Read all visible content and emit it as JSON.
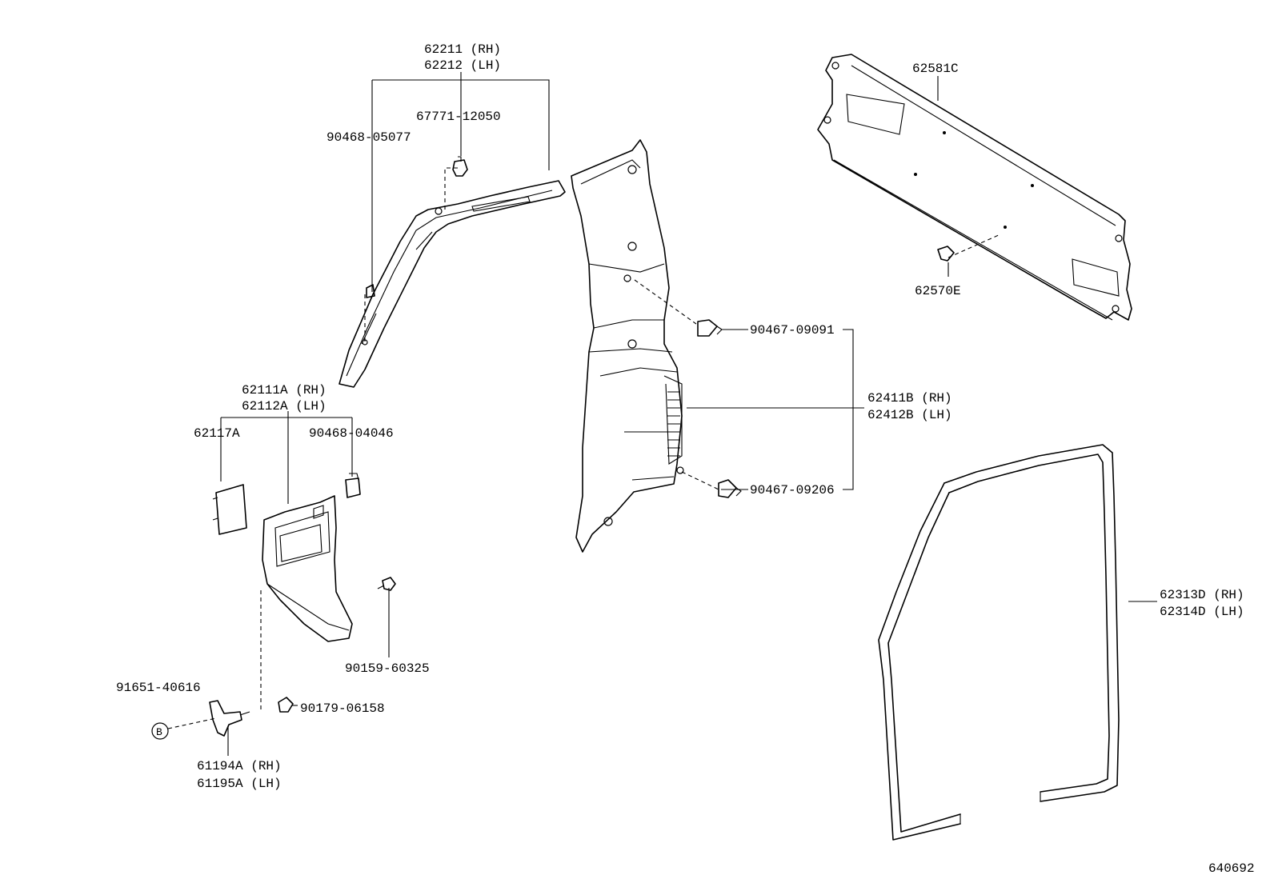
{
  "labels": {
    "p62211": "62211 (RH)",
    "p62212": "62212 (LH)",
    "p67771": "67771-12050",
    "p90468a": "90468-05077",
    "p62581": "62581C",
    "p62570": "62570E",
    "p90467a": "90467-09091",
    "p62411": "62411B (RH)",
    "p62412": "62412B (LH)",
    "p90467b": "90467-09206",
    "p62111": "62111A (RH)",
    "p62112": "62112A (LH)",
    "p62117": "62117A",
    "p90468b": "90468-04046",
    "p90159": "90159-60325",
    "p91651": "91651-40616",
    "p90179": "90179-06158",
    "p61194": "61194A (RH)",
    "p61195": "61195A (LH)",
    "p62313": "62313D (RH)",
    "p62314": "62314D (LH)",
    "refB": "B",
    "figure_id": "640692"
  }
}
